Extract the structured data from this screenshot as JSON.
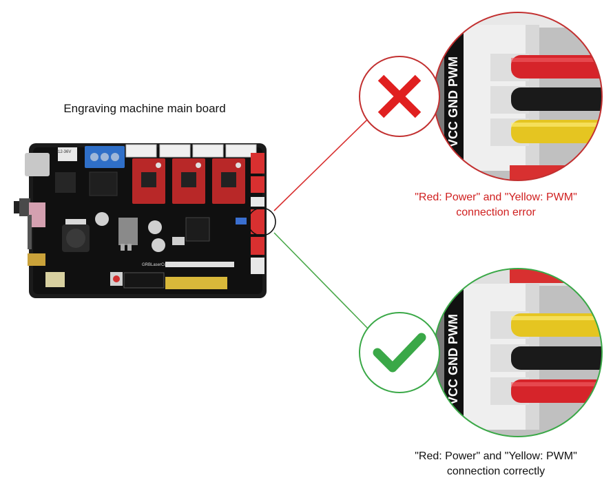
{
  "title": "Engraving machine main board",
  "pin_label": "VCC GND PWM",
  "error_caption": {
    "line1": "\"Red: Power\" and \"Yellow: PWM\"",
    "line2": "connection error"
  },
  "correct_caption": {
    "line1": "\"Red: Power\" and \"Yellow: PWM\"",
    "line2": "connection correctly"
  },
  "board_labels": {
    "controller": "GRBLaserController",
    "voltage": "12-36V"
  },
  "colors": {
    "error": "#e02020",
    "correct": "#3aa847",
    "error_line": "#d83030",
    "correct_line": "#4aa84a"
  }
}
